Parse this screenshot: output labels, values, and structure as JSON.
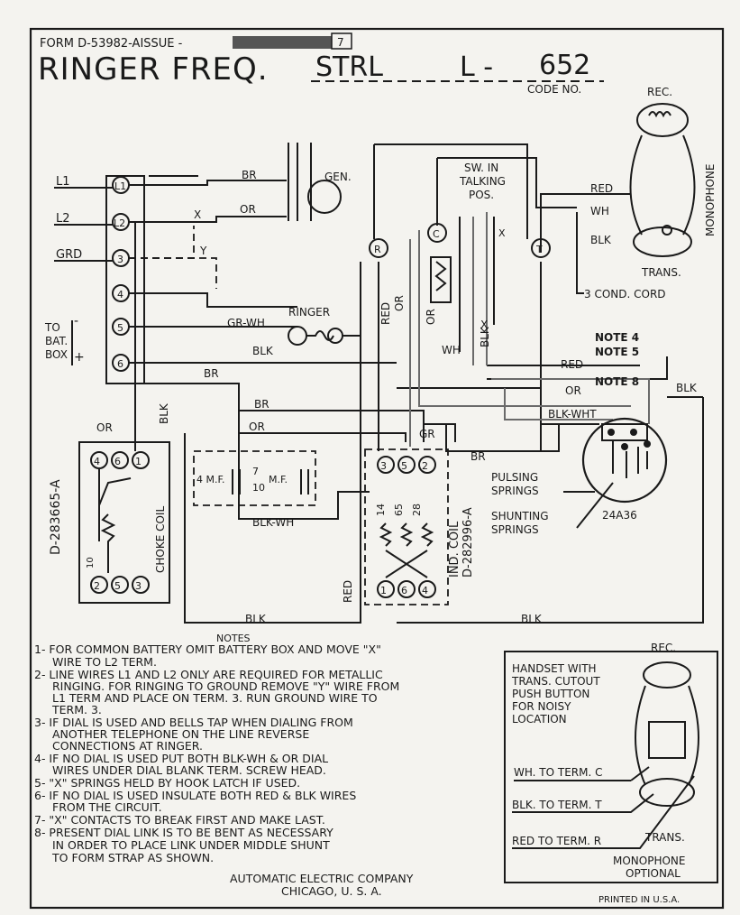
{
  "header": {
    "form": "FORM D-53982-AISSUE -",
    "issue": "7",
    "title": "RINGER FREQ.",
    "strl": "STRL",
    "code_letter": "L -",
    "code_number": "652",
    "code_no_label": "CODE NO."
  },
  "labels": {
    "l1": "L1",
    "l2": "L2",
    "grd": "GRD",
    "to": "TO",
    "bat": "BAT.",
    "box": "BOX",
    "minus": "-",
    "plus": "+",
    "gen": "GEN.",
    "rec": "REC.",
    "trans": "TRANS.",
    "monophone": "MONOPHONE",
    "sw_line1": "SW. IN",
    "sw_line2": "TALKING",
    "sw_line3": "POS.",
    "x": "X",
    "ringer": "RINGER",
    "cond_cord": "3 COND. CORD"
  },
  "terminals": {
    "l1": "L1",
    "l2": "L2",
    "t3": "3",
    "t4": "4",
    "t5": "5",
    "t6": "6",
    "r": "R",
    "c": "C",
    "t": "T"
  },
  "wires": {
    "br1": "BR",
    "or1": "OR",
    "x1": "X",
    "y1": "Y",
    "grwh": "GR-WH",
    "blk1": "BLK",
    "br2": "BR",
    "br3": "BR",
    "or2": "OR",
    "or3": "OR",
    "blk2": "BLK",
    "red1": "RED",
    "or4": "OR",
    "or5": "OR",
    "wh1": "WH",
    "blk3": "BLK",
    "x2": "X",
    "red2": "RED",
    "wh2": "WH",
    "blk4": "BLK",
    "red3": "RED",
    "or6": "OR",
    "blk5": "BLK",
    "blkwht": "BLK-WHT",
    "gr": "GR",
    "br4": "BR",
    "blk6": "BLK",
    "blk7": "BLK",
    "red4": "RED",
    "blkwh": "BLK-WH"
  },
  "notes_refs": {
    "note4": "NOTE 4",
    "note5": "NOTE 5",
    "note8": "NOTE 8"
  },
  "choke": {
    "t4": "4",
    "t6": "6",
    "t1": "1",
    "t2": "2",
    "t5": "5",
    "t3": "3",
    "ten": "10",
    "label": "CHOKE COIL",
    "code": "D-283665-A"
  },
  "capacitor": {
    "left": "4 M.F.",
    "num": "7",
    "den": "10",
    "right": "M.F."
  },
  "ind": {
    "t3": "3",
    "t5": "5",
    "t2": "2",
    "t1": "1",
    "t6": "6",
    "t4": "4",
    "r14": "14",
    "r65": "65",
    "r28": "28",
    "label": "IND. COIL",
    "code": "D-282996-A"
  },
  "dial": {
    "pulsing1": "PULSING",
    "pulsing2": "SPRINGS",
    "shunting1": "SHUNTING",
    "shunting2": "SPRINGS",
    "code": "24A36"
  },
  "notes": {
    "heading": "NOTES",
    "n1a": "1- FOR COMMON BATTERY OMIT BATTERY BOX AND MOVE \"X\"",
    "n1b": "WIRE TO L2 TERM.",
    "n2a": "2- LINE WIRES L1 AND L2 ONLY ARE REQUIRED FOR METALLIC",
    "n2b": "RINGING. FOR RINGING TO GROUND REMOVE \"Y\" WIRE FROM",
    "n2c": "L1 TERM AND PLACE ON TERM. 3. RUN GROUND WIRE TO",
    "n2d": "TERM. 3.",
    "n3a": "3- IF DIAL IS USED AND BELLS TAP WHEN DIALING FROM",
    "n3b": "ANOTHER TELEPHONE ON THE LINE REVERSE",
    "n3c": "CONNECTIONS AT RINGER.",
    "n4a": "4- IF NO DIAL IS USED PUT BOTH BLK-WH & OR DIAL",
    "n4b": "WIRES UNDER DIAL BLANK TERM. SCREW HEAD.",
    "n5": "5- \"X\" SPRINGS HELD BY HOOK LATCH IF USED.",
    "n6a": "6- IF NO DIAL IS USED INSULATE BOTH RED & BLK WIRES",
    "n6b": "FROM THE CIRCUIT.",
    "n7": "7- \"X\" CONTACTS TO BREAK FIRST AND MAKE LAST.",
    "n8a": "8- PRESENT DIAL LINK IS TO BE BENT AS NECESSARY",
    "n8b": "IN ORDER TO PLACE LINK UNDER MIDDLE SHUNT",
    "n8c": "TO FORM STRAP AS SHOWN."
  },
  "footer": {
    "company": "AUTOMATIC ELECTRIC COMPANY",
    "city": "CHICAGO, U. S. A.",
    "printed": "PRINTED IN U.S.A."
  },
  "optional": {
    "rec": "REC.",
    "l1": "HANDSET WITH",
    "l2": "TRANS. CUTOUT",
    "l3": "PUSH BUTTON",
    "l4": "FOR NOISY",
    "l5": "LOCATION",
    "wh": "WH. TO TERM. C",
    "blk": "BLK. TO TERM. T",
    "trans": "TRANS.",
    "red": "RED TO TERM. R",
    "mono": "MONOPHONE",
    "opt": "OPTIONAL"
  }
}
